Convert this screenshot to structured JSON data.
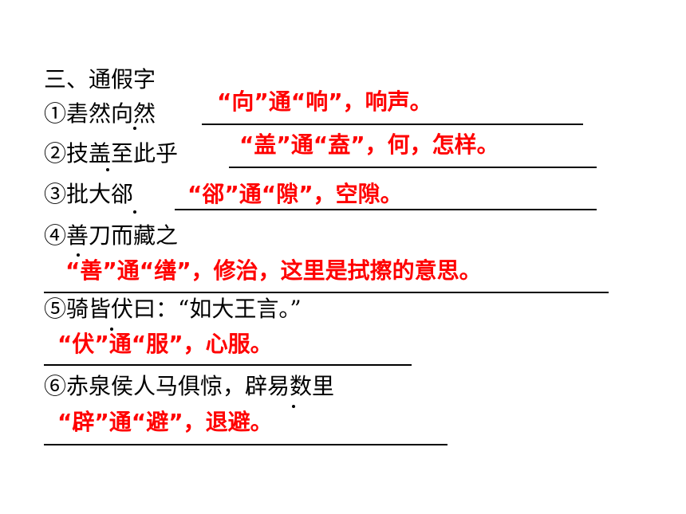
{
  "section_title": "三、通假字",
  "answer_color": "#ff0000",
  "items": [
    {
      "prompt": "①砉然向然",
      "answer": "“向”通“响”，响声。"
    },
    {
      "prompt": "②技盖至此乎",
      "answer": "“盖”通“盍”，何，怎样。"
    },
    {
      "prompt": "③批大郤",
      "answer": "“郤”通“隙”，空隙。"
    },
    {
      "prompt": "④善刀而藏之",
      "answer": "“善”通“缮”，修治，这里是拭擦的意思。"
    },
    {
      "prompt": "⑤骑皆伏曰：“如大王言。”",
      "answer": "“伏”通“服”，心服。"
    },
    {
      "prompt": "⑥赤泉侯人马俱惊，辟易数里",
      "answer": "“辟”通“避”，退避。"
    }
  ]
}
